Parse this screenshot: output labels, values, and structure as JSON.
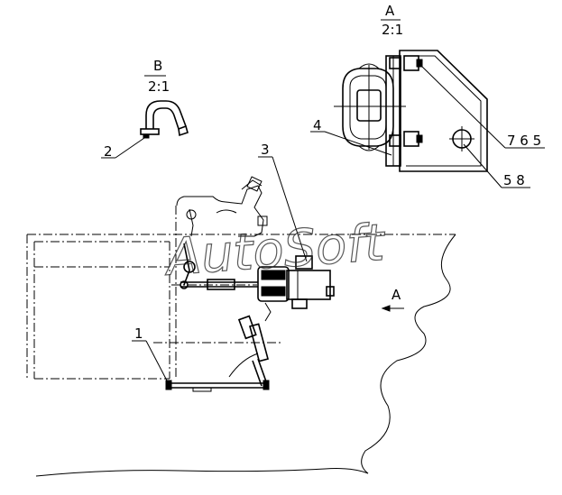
{
  "view_a": {
    "letter": "A",
    "scale": "2:1"
  },
  "view_b": {
    "letter": "B",
    "scale": "2:1"
  },
  "callouts": {
    "c1": "1",
    "c2": "2",
    "c3": "3",
    "c4": "4",
    "c765": "7 6 5",
    "c58": "5 8"
  },
  "direction_arrow": {
    "letter": "A"
  },
  "watermark": "AutoSoft"
}
